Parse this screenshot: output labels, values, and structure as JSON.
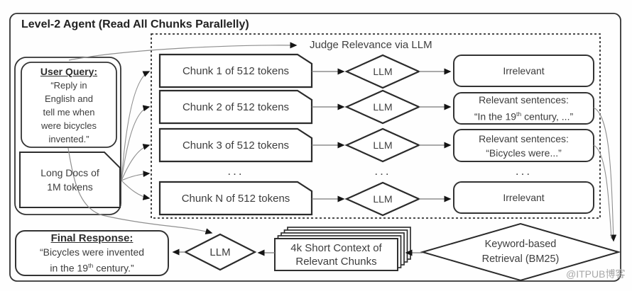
{
  "title": "Level-2 Agent (Read All Chunks Parallelly)",
  "colors": {
    "box_border": "#333333",
    "text": "#3d3d3d",
    "connector_line": "#8f8f8f",
    "arrowhead": "#151515",
    "background": "#fefefe",
    "watermark": "#a8a8a8"
  },
  "query_panel": {
    "user_query_heading": "User Query:",
    "user_query_body": "“Reply in\nEnglish and\ntell me when\nwere bicycles\ninvented.”",
    "long_docs_label": "Long Docs of\n1M tokens"
  },
  "judge": {
    "label": "Judge Relevance via LLM",
    "rows": [
      {
        "chunk": "Chunk 1 of 512 tokens",
        "llm": "LLM",
        "result": "Irrelevant"
      },
      {
        "chunk": "Chunk 2 of 512 tokens",
        "llm": "LLM",
        "result_line1": "Relevant sentences:",
        "result_line2_pre": "“In the 19",
        "result_line2_sup": "th",
        "result_line2_post": " century, ...”"
      },
      {
        "chunk": "Chunk 3 of 512 tokens",
        "llm": "LLM",
        "result_line1": "Relevant sentences:",
        "result_line2": "“Bicycles were...”"
      },
      {
        "chunk": "Chunk N of 512 tokens",
        "llm": "LLM",
        "result": "Irrelevant"
      }
    ],
    "ellipsis_chunks": "...",
    "ellipsis_llm": "...",
    "ellipsis_results": "..."
  },
  "bottom": {
    "final_response_heading": "Final Response:",
    "final_response_line1": "“Bicycles were invented",
    "final_response_line2_pre": "in the 19",
    "final_response_line2_sup": "th",
    "final_response_line2_post": " century.”",
    "llm": "LLM",
    "context_stack_label": "4k Short Context of\nRelevant Chunks",
    "keyword_retrieval_label": "Keyword-based\nRetrieval (BM25)"
  },
  "watermark": "@ITPUB博客"
}
